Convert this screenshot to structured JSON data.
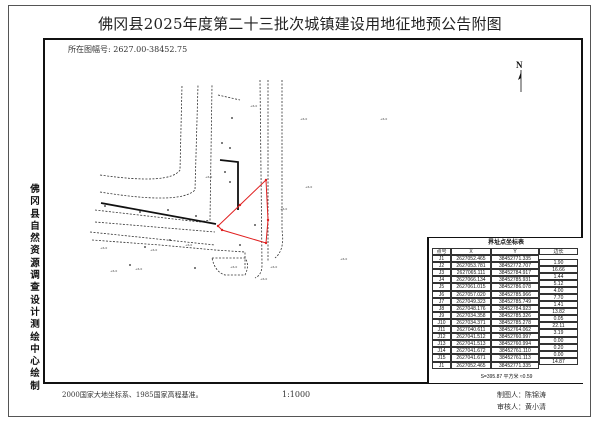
{
  "title": "佛冈县2025年度第二十三批次城镇建设用地征地预公告附图",
  "sheet_number": "所在图幅号: 2627.00-38452.75",
  "north_label": "N",
  "side_text": [
    "佛",
    "冈",
    "县",
    "自",
    "然",
    "资",
    "源",
    "调",
    "查",
    "设",
    "计",
    "测",
    "绘",
    "中",
    "心",
    "绘",
    "制"
  ],
  "table": {
    "caption": "界址点坐标表",
    "headers": [
      "点号",
      "X",
      "Y",
      "边长"
    ],
    "rows": [
      [
        "J1",
        "2627052.465",
        "38452771.335"
      ],
      [
        "J2",
        "2627053.781",
        "38452772.707"
      ],
      [
        "J3",
        "2627065.111",
        "38452784.917"
      ],
      [
        "J4",
        "2627066.134",
        "38452785.931"
      ],
      [
        "J5",
        "2627061.015",
        "38452786.078"
      ],
      [
        "J6",
        "2627057.020",
        "38452785.966"
      ],
      [
        "J7",
        "2627049.323",
        "38452785.749"
      ],
      [
        "J8",
        "2627048.176",
        "38452784.923"
      ],
      [
        "J9",
        "2627034.358",
        "38452785.326"
      ],
      [
        "J10",
        "2627034.371",
        "38452785.278"
      ],
      [
        "J11",
        "2627040.611",
        "38452764.062"
      ],
      [
        "J12",
        "2627041.512",
        "38452760.997"
      ],
      [
        "J13",
        "2627041.513",
        "38452760.994"
      ],
      [
        "J14",
        "2627041.672",
        "38452761.110"
      ],
      [
        "J15",
        "2627041.671",
        "38452761.113"
      ],
      [
        "J1",
        "2627052.465",
        "38452771.335"
      ]
    ],
    "edges": [
      "1.90",
      "16.66",
      "1.44",
      "5.12",
      "4.00",
      "7.70",
      "1.41",
      "13.82",
      "0.05",
      "22.11",
      "3.19",
      "0.00",
      "0.20",
      "0.00",
      "14.87"
    ],
    "area": "S=395.87 平方米 ≈0.59"
  },
  "footer": {
    "datum": "2000国家大地坐标系、1985国家高程基准。",
    "scale": "1:1000",
    "drafter": "制图人：陈锦涛",
    "reviewer": "审核人：黄小清"
  },
  "colors": {
    "parcel": "#e02020",
    "frame": "#111111"
  }
}
